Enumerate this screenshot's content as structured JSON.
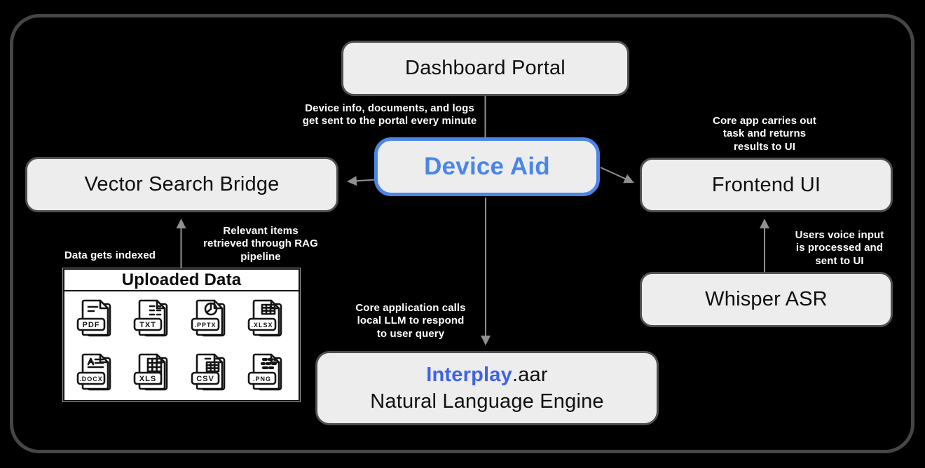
{
  "diagram": {
    "nodes": {
      "dashboard_portal": {
        "label": "Dashboard Portal"
      },
      "device_aid": {
        "label": "Device Aid"
      },
      "vector_search_bridge": {
        "label": "Vector Search Bridge"
      },
      "frontend_ui": {
        "label": "Frontend UI"
      },
      "whisper_asr": {
        "label": "Whisper ASR"
      },
      "nl_engine": {
        "brand": "Interplay",
        "suffix": ".aar",
        "line2": "Natural Language Engine"
      }
    },
    "edge_labels": {
      "portal": "Device info, documents, and logs\nget sent to the portal every minute",
      "frontend": "Core app carries out\ntask and returns\nresults to UI",
      "rag": "Relevant items\nretrieved through RAG\npipeline",
      "indexed": "Data gets indexed",
      "voice": "Users voice input\nis processed and\nsent to UI",
      "llm": "Core application calls\nlocal LLM to respond\nto user query"
    },
    "uploaded_data": {
      "title": "Uploaded Data",
      "files": [
        {
          "type": "pdf",
          "label": "PDF"
        },
        {
          "type": "txt",
          "label": "TXT"
        },
        {
          "type": "pptx",
          "label": ".PPTX"
        },
        {
          "type": "xlsx",
          "label": ".XLSX"
        },
        {
          "type": "docx",
          "label": ".DOCX"
        },
        {
          "type": "xls",
          "label": "XLS"
        },
        {
          "type": "csv",
          "label": "CSV"
        },
        {
          "type": "png",
          "label": ".PNG"
        }
      ]
    },
    "colors": {
      "accent_blue": "#4a86e8",
      "brand_blue": "#3f62e8",
      "node_fill": "#ededed",
      "node_border": "#4f4f4f",
      "arrow_gray": "#8f8f8f",
      "canvas_border": "#464646",
      "background": "#000000"
    }
  }
}
